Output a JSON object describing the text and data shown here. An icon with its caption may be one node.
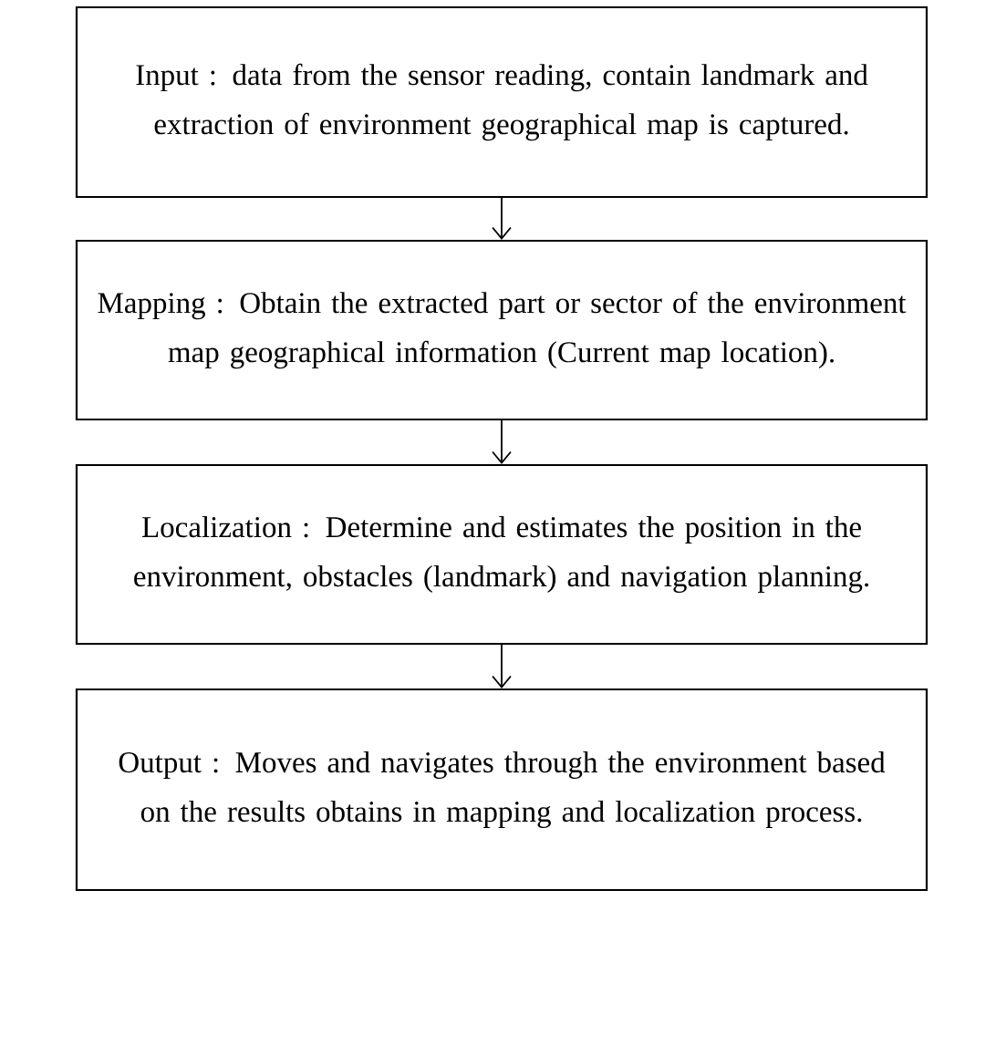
{
  "diagram": {
    "nodes": [
      {
        "text": [
          "Input : data from the sensor reading, contain landmark and extraction of environment geographical map is captured."
        ]
      },
      {
        "text": [
          "Mapping : Obtain the extracted part or sector of the environment map geographical information (Current map location)."
        ]
      },
      {
        "text": [
          "Localization : Determine and estimates the position in the environment, obstacles (landmark) and navigation planning."
        ]
      },
      {
        "text": [
          "Output : Moves and navigates through the environment based on the results obtains in mapping and localization process."
        ]
      }
    ],
    "edges": [
      {
        "from": 0,
        "to": 1,
        "arrow": "to"
      },
      {
        "from": 1,
        "to": 2,
        "arrow": "to"
      },
      {
        "from": 2,
        "to": 3,
        "arrow": "to"
      }
    ]
  }
}
